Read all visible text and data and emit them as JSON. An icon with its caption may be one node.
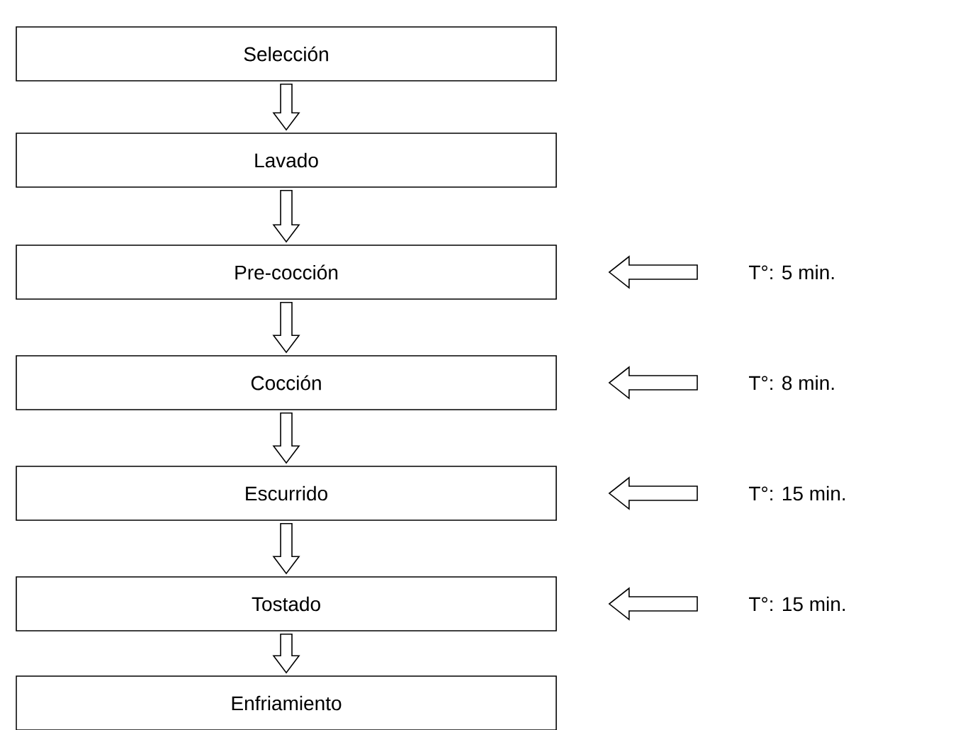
{
  "diagram": {
    "nodes": [
      {
        "text": [
          "Selección"
        ]
      },
      {
        "text": [
          "Lavado"
        ]
      },
      {
        "text": [
          "Pre-cocción"
        ]
      },
      {
        "text": [
          "Cocción"
        ]
      },
      {
        "text": [
          "Escurrido"
        ]
      },
      {
        "text": [
          "Tostado"
        ]
      },
      {
        "text": [
          "Enfriamiento"
        ]
      },
      {
        "text": [
          "T°: 5 min."
        ]
      },
      {
        "text": [
          "T°: 8 min."
        ]
      },
      {
        "text": [
          "T°: 15 min."
        ]
      },
      {
        "text": [
          "T°: 15 min."
        ]
      }
    ],
    "edges": [
      {
        "from": 0,
        "to": 1,
        "arrow": "to"
      },
      {
        "from": 1,
        "to": 2,
        "arrow": "to"
      },
      {
        "from": 2,
        "to": 3,
        "arrow": "to"
      },
      {
        "from": 3,
        "to": 4,
        "arrow": "to"
      },
      {
        "from": 4,
        "to": 5,
        "arrow": "to"
      },
      {
        "from": 5,
        "to": 6,
        "arrow": "to"
      },
      {
        "from": 7,
        "to": 2,
        "arrow": "to"
      },
      {
        "from": 8,
        "to": 3,
        "arrow": "to"
      },
      {
        "from": 9,
        "to": 4,
        "arrow": "to"
      },
      {
        "from": 10,
        "to": 5,
        "arrow": "to"
      }
    ]
  }
}
